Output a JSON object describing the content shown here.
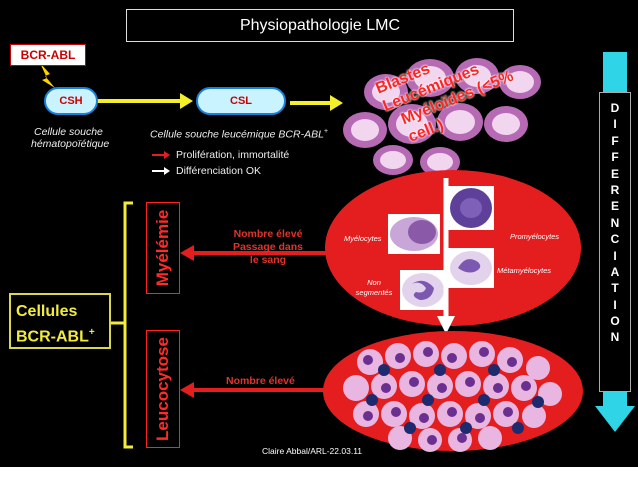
{
  "title": "Physiopathologie LMC",
  "bcr_abl_label": "BCR-ABL",
  "csh": {
    "label": "CSH",
    "caption_line1": "Cellule souche",
    "caption_line2": "hématopoïétique"
  },
  "csl": {
    "label": "CSL",
    "caption": "Cellule souche leucémique BCR-ABL",
    "caption_sup": "+",
    "point1": "Prolifération, immortalité",
    "point2": "Différenciation OK"
  },
  "blasts": {
    "line1": "Blastes Leucémiques",
    "line2": "Myéloïdes (<5% cell.)"
  },
  "myelemie": {
    "label": "Myélémie",
    "text_line1": "Nombre élevé",
    "text_line2": "Passage dans",
    "text_line3": "le sang"
  },
  "leucocytose": {
    "label": "Leucocytose",
    "text": "Nombre élevé"
  },
  "cellules": {
    "line1": "Cellules",
    "line2": "BCR-ABL",
    "sup": "+"
  },
  "cell_labels": {
    "myelocytes": "Myélocytes",
    "promyelocytes": "Promyélocytes",
    "metamyelocytes": "Métamyélocytes",
    "non_segmentes_line1": "Non",
    "non_segmentes_line2": "segmentés"
  },
  "differenciation_letters": [
    "D",
    "I",
    "F",
    "F",
    "E",
    "R",
    "E",
    "N",
    "C",
    "I",
    "A",
    "T",
    "I",
    "O",
    "N"
  ],
  "credit": "Claire Abbal/ARL-22.03.11",
  "colors": {
    "accent_red": "#ff2a2a",
    "yellow": "#f2ec3c",
    "blood_red": "#e41e1e",
    "cell_pink": "#e8b6e0"
  }
}
